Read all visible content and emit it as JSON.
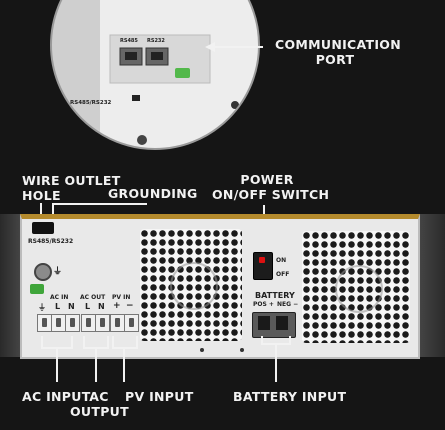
{
  "labels": {
    "communication_port": "COMMUNICATION\nPORT",
    "wire_outlet_hole": "WIRE OUTLET\nHOLE",
    "grounding": "GROUNDING",
    "power_switch": "POWER\nON/OFF SWITCH",
    "ac_input": "AC INPUT",
    "ac_output": "AC\nOUTPUT",
    "pv_input": "PV INPUT",
    "battery_input": "BATTERY INPUT"
  },
  "panel": {
    "rs485_rs232": "RS485/RS232",
    "port_rs485": "RS485",
    "port_rs232": "RS232",
    "ac_in": "AC IN",
    "ac_out": "AC OUT",
    "pv_in": "PV IN",
    "l": "L",
    "n": "N",
    "plus": "+",
    "minus": "−",
    "ground_symbol": "⏚",
    "on": "ON",
    "off": "OFF",
    "battery": "BATTERY",
    "pos": "POS +",
    "neg": "NEG −"
  },
  "colors": {
    "accent_gold": "#b48a2c",
    "background": "#151515",
    "label": "#f2f2f2"
  }
}
